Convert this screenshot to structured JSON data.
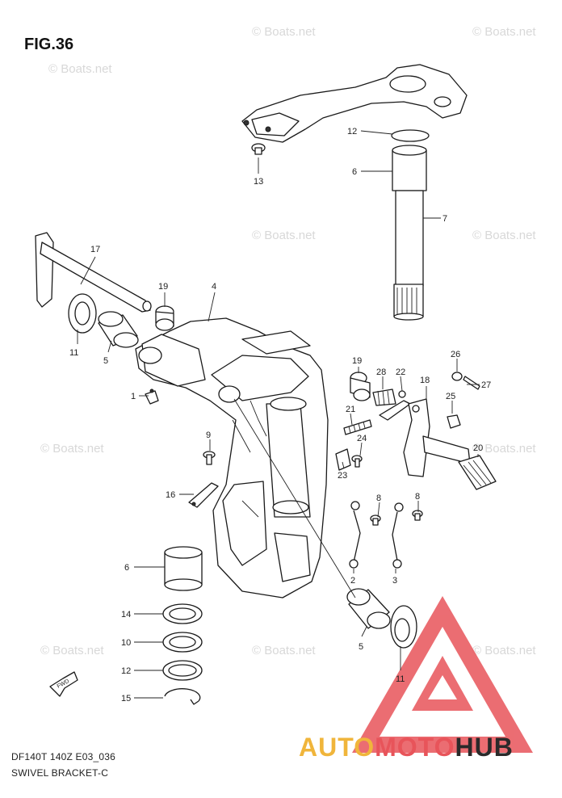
{
  "figure": {
    "title": "FIG.36",
    "model_code": "DF140T 140Z E03_036",
    "section_name": "SWIVEL BRACKET-C"
  },
  "watermark": {
    "text": "© Boats.net"
  },
  "logo": {
    "part1": "AUTO",
    "part2": "MOTO",
    "part3": "HUB",
    "colors": {
      "auto": "#f0b53b",
      "moto": "#e8545a",
      "hub": "#2a2a2a",
      "triangle": "#e8545a"
    }
  },
  "fwd_label": "FWD",
  "callouts": [
    {
      "id": "c12a",
      "label": "12"
    },
    {
      "id": "c13",
      "label": "13"
    },
    {
      "id": "c6a",
      "label": "6"
    },
    {
      "id": "c7",
      "label": "7"
    },
    {
      "id": "c17",
      "label": "17"
    },
    {
      "id": "c19a",
      "label": "19"
    },
    {
      "id": "c4",
      "label": "4"
    },
    {
      "id": "c11a",
      "label": "11"
    },
    {
      "id": "c5a",
      "label": "5"
    },
    {
      "id": "c1",
      "label": "1"
    },
    {
      "id": "c19b",
      "label": "19"
    },
    {
      "id": "c28",
      "label": "28"
    },
    {
      "id": "c22",
      "label": "22"
    },
    {
      "id": "c26",
      "label": "26"
    },
    {
      "id": "c27",
      "label": "27"
    },
    {
      "id": "c18",
      "label": "18"
    },
    {
      "id": "c25",
      "label": "25"
    },
    {
      "id": "c21",
      "label": "21"
    },
    {
      "id": "c9",
      "label": "9"
    },
    {
      "id": "c24",
      "label": "24"
    },
    {
      "id": "c23",
      "label": "23"
    },
    {
      "id": "c20",
      "label": "20"
    },
    {
      "id": "c16",
      "label": "16"
    },
    {
      "id": "c8a",
      "label": "8"
    },
    {
      "id": "c8b",
      "label": "8"
    },
    {
      "id": "c2",
      "label": "2"
    },
    {
      "id": "c3",
      "label": "3"
    },
    {
      "id": "c6b",
      "label": "6"
    },
    {
      "id": "c14",
      "label": "14"
    },
    {
      "id": "c10",
      "label": "10"
    },
    {
      "id": "c12b",
      "label": "12"
    },
    {
      "id": "c15",
      "label": "15"
    },
    {
      "id": "c5b",
      "label": "5"
    },
    {
      "id": "c11b",
      "label": "11"
    }
  ]
}
